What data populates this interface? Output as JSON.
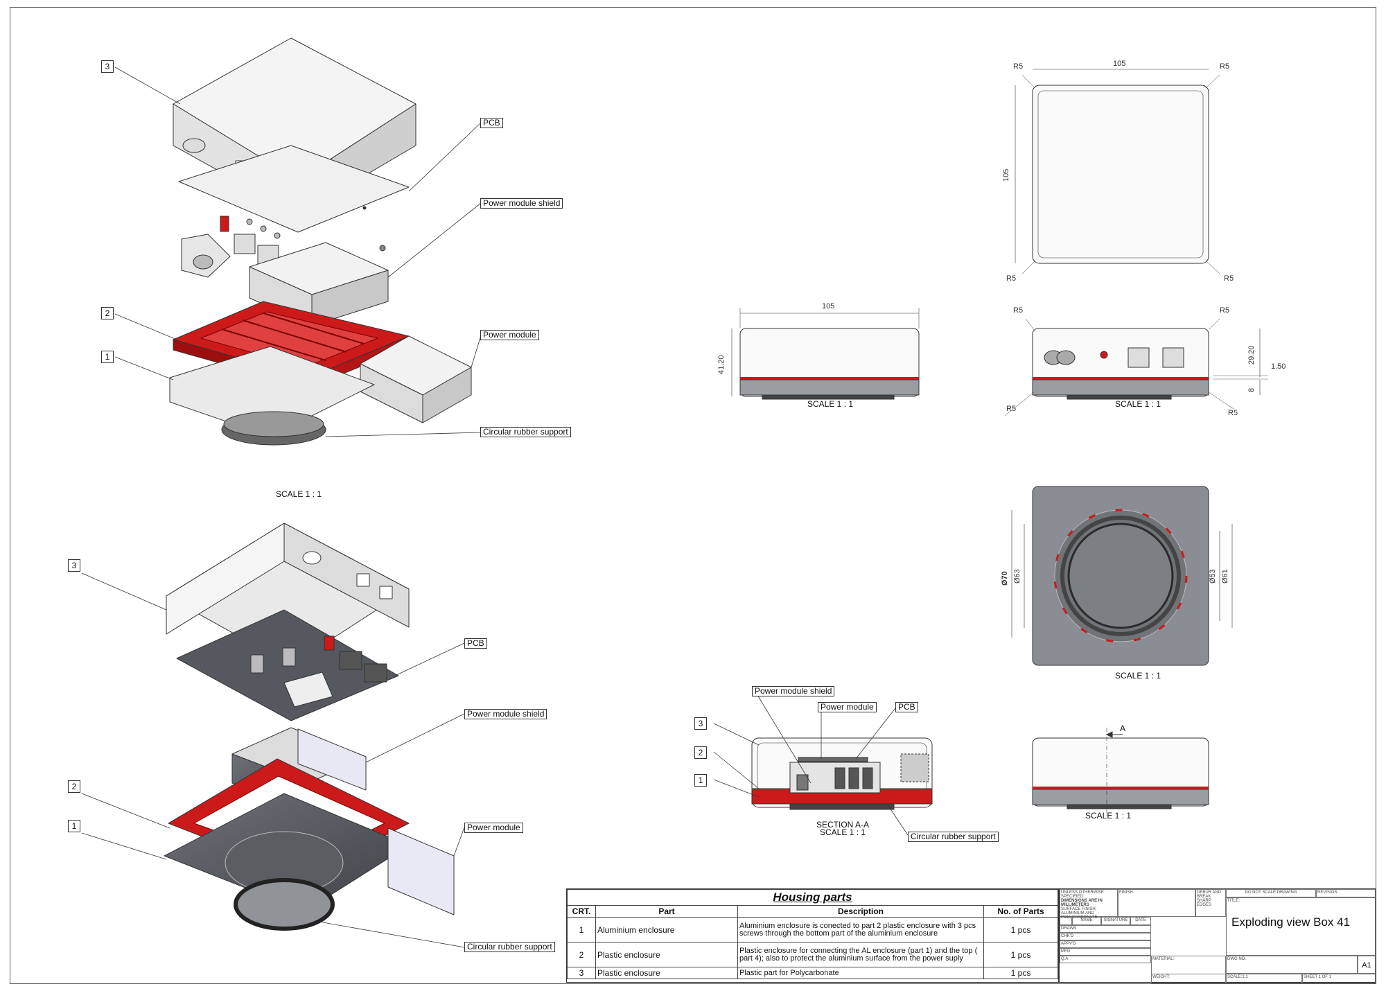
{
  "exploded_top": {
    "callouts": {
      "pcb": "PCB",
      "shield": "Power module shield",
      "module": "Power module",
      "rubber": "Circular rubber support"
    },
    "balloons": {
      "b3": "3",
      "b2": "2",
      "b1": "1"
    },
    "scale": "SCALE 1 : 1"
  },
  "exploded_bottom": {
    "callouts": {
      "pcb": "PCB",
      "shield": "Power module shield",
      "module": "Power module",
      "rubber": "Circular rubber support"
    },
    "balloons": {
      "b3": "3",
      "b2": "2",
      "b1": "1"
    }
  },
  "views": {
    "front": {
      "width": "105",
      "height": "41.20",
      "scale": "SCALE 1 : 1"
    },
    "right": {
      "r_tl": "R5",
      "r_tr": "R5",
      "r_bl": "R5",
      "r_br": "R5",
      "h1": "29.20",
      "h2": "8",
      "t": "1.50",
      "scale": "SCALE 1 : 1"
    },
    "top": {
      "width": "105",
      "height": "105",
      "r_tl": "R5",
      "r_tr": "R5",
      "r_bl": "R5",
      "r_br": "R5"
    },
    "bottom": {
      "d1": "Ø70",
      "d2": "Ø63",
      "d3": "Ø53",
      "d4": "Ø61",
      "scale": "SCALE 1 : 1"
    },
    "section": {
      "title": "SECTION A-A",
      "scale": "SCALE 1 : 1",
      "shield": "Power module shield",
      "module": "Power module",
      "pcb": "PCB",
      "rubber": "Circular rubber support",
      "b3": "3",
      "b2": "2",
      "b1": "1"
    },
    "side2": {
      "marker": "A",
      "scale": "SCALE 1 : 1"
    }
  },
  "parts_table": {
    "title": "Housing parts",
    "headers": [
      "CRT.",
      "Part",
      "Description",
      "No. of Parts"
    ],
    "rows": [
      {
        "crt": "1",
        "part": "Aluminium enclosure",
        "desc": "Aluminium enclosure is conected to part 2 plastic enclosure with 3 pcs screws through the bottom part of the aluminium enclosure",
        "qty": "1 pcs"
      },
      {
        "crt": "2",
        "part": "Plastic enclosure",
        "desc": "Plastic enclosure for connecting the AL enclosure (part 1) and the top ( part 4); also to protect the aluminium surface from the power suply",
        "qty": "1 pcs"
      },
      {
        "crt": "3",
        "part": "Plastic enclosure",
        "desc": "Plastic part for Polycarbonate",
        "qty": "1 pcs"
      }
    ]
  },
  "title_block": {
    "title": "Exploding view Box 41",
    "size": "A1",
    "note1": "UNLESS OTHERWISE SPECIFIED:",
    "note2": "DIMENSIONS ARE IN MILLIMETERS",
    "note3": "SURFACE FINISH: ALUMINIUM AND POLYCARBONATE",
    "finish": "FINISH:",
    "deburr": "DEBUR AND BREAK SHARP EDGES",
    "noscale": "DO NOT SCALE DRAWING",
    "revision": "REVISION",
    "name": "NAME",
    "signature": "SIGNATURE",
    "date": "DATE",
    "drawn": "DRAWN",
    "chkd": "CHK'D",
    "appvd": "APPV'D",
    "mfg": "MFG",
    "qa": "Q.A",
    "material": "MATERIAL:",
    "weight": "WEIGHT:",
    "dwgno": "DWG NO.",
    "titlelbl": "TITLE:",
    "scale": "SCALE:1:1",
    "sheet": "SHEET 1 OF 1"
  },
  "colors": {
    "red": "#cc1a1a",
    "line": "#333333",
    "gray": "#8a8e94",
    "dark": "#55595f",
    "light": "#eeeeee"
  }
}
